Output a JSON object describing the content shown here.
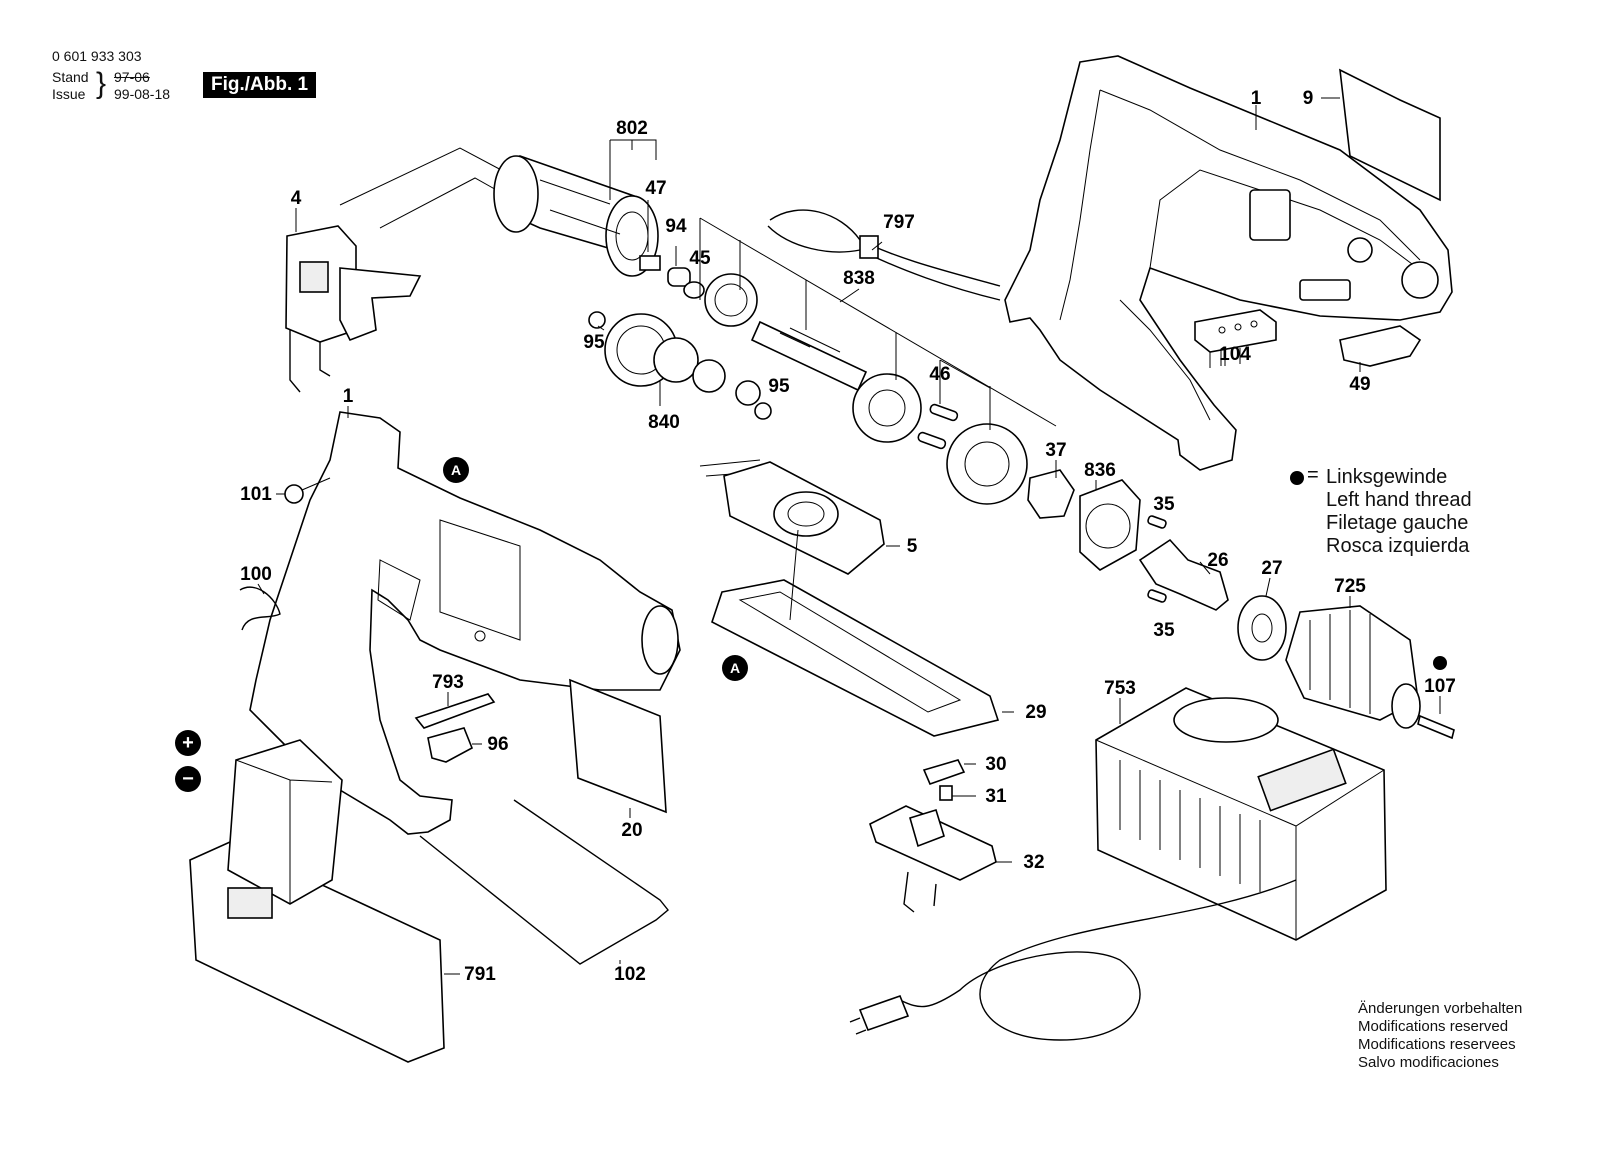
{
  "header": {
    "part_number": "0 601 933 303",
    "stand_label": "Stand",
    "stand_value": "97-06",
    "issue_label": "Issue",
    "issue_value": "99-08-18",
    "figure_badge": "Fig./Abb. 1"
  },
  "legend": {
    "symbol": "●",
    "equals": "=",
    "lines": [
      "Linksgewinde",
      "Left hand thread",
      "Filetage gauche",
      "Rosca izquierda"
    ]
  },
  "footer": {
    "lines": [
      "Änderungen vorbehalten",
      "Modifications reserved",
      "Modifications reservees",
      "Salvo modificaciones"
    ]
  },
  "markers": {
    "a": "A",
    "plus": "+",
    "minus": "−",
    "left_thread_dot": "●"
  },
  "parts": {
    "p1_top": "1",
    "p9": "9",
    "p802": "802",
    "p47": "47",
    "p4": "4",
    "p94": "94",
    "p45": "45",
    "p797": "797",
    "p838": "838",
    "p95_a": "95",
    "p95_b": "95",
    "p840": "840",
    "p104": "104",
    "p49": "49",
    "p46": "46",
    "p1_left": "1",
    "p101": "101",
    "p37": "37",
    "p836": "836",
    "p35_a": "35",
    "p35_b": "35",
    "p5": "5",
    "p26": "26",
    "p27": "27",
    "p725": "725",
    "p100": "100",
    "p107": "107",
    "p793": "793",
    "p96": "96",
    "p29": "29",
    "p753": "753",
    "p30": "30",
    "p31": "31",
    "p32": "32",
    "p20": "20",
    "p791": "791",
    "p102": "102"
  }
}
